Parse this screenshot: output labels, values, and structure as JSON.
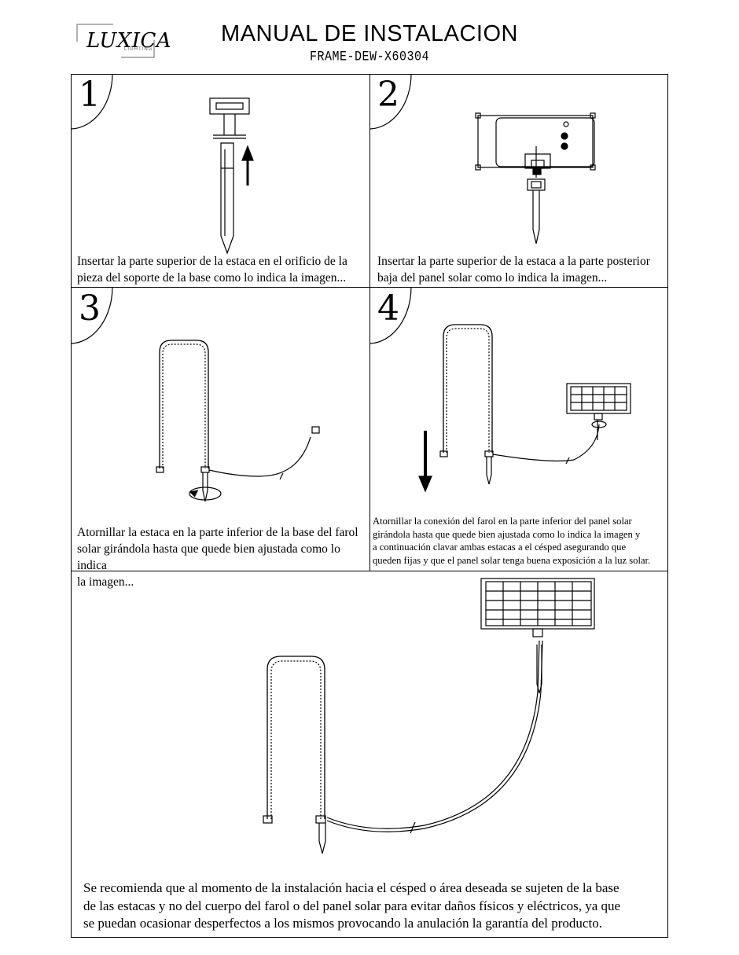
{
  "header": {
    "logo_text": "LUXICA",
    "logo_sub": "LIGHTING",
    "title": "MANUAL DE INSTALACION",
    "model": "FRAME-DEW-X60304"
  },
  "steps": [
    {
      "number": "1",
      "caption_lines": [
        "Insertar la parte superior de la estaca en el orificio de la",
        "pieza del soporte de la base como lo indica la imagen..."
      ]
    },
    {
      "number": "2",
      "caption_lines": [
        "Insertar la parte superior de la estaca a la parte posterior",
        "baja del panel solar como lo indica la imagen..."
      ]
    },
    {
      "number": "3",
      "caption_lines": [
        "Atornillar la estaca en la parte inferior de la base del farol",
        "solar girándola hasta que quede bien ajustada como lo indica",
        "la imagen..."
      ]
    },
    {
      "number": "4",
      "caption_lines": [
        "Atornillar la conexión del farol en la parte inferior del panel solar",
        "girándola hasta que quede bien ajustada como lo indica la imagen y",
        "a continuación clavar ambas estacas a el césped asegurando que",
        "queden fijas y que el panel solar tenga buena exposición a la luz solar."
      ]
    }
  ],
  "footer_note_lines": [
    "Se recomienda que al momento de la instalación hacia el césped o área deseada se sujeten de la base",
    "de las estacas y no del cuerpo del farol o del panel solar para evitar daños físicos y eléctricos, ya que",
    "se puedan ocasionar desperfectos a los mismos provocando la anulación la garantía del producto."
  ]
}
